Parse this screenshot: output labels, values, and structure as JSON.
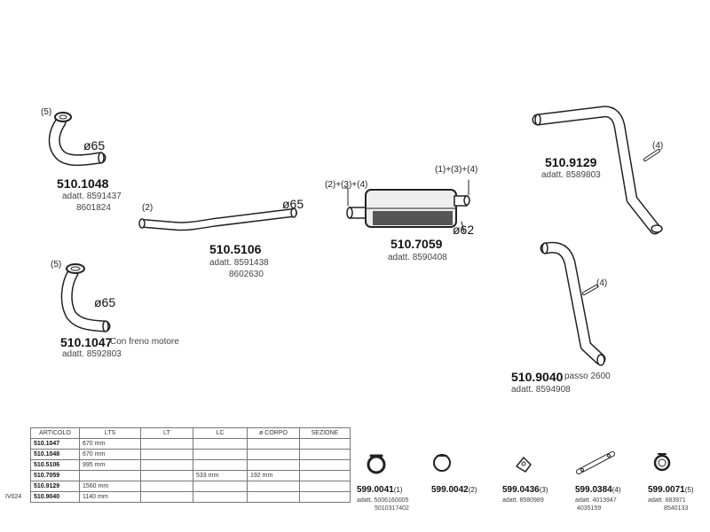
{
  "parts": {
    "p1048": {
      "dia_label": "ø65",
      "note": "(5)",
      "number": "510.1048",
      "ref_1": "adatt. 8591437",
      "ref_2": "8601824"
    },
    "p1047": {
      "dia_label": "ø65",
      "note": "(5)",
      "number": "510.1047",
      "desc": "Con freno motore",
      "ref_1": "adatt. 8592803"
    },
    "p5106": {
      "dia_label": "ø65",
      "note": "(2)",
      "number": "510.5106",
      "ref_1": "adatt. 8591438",
      "ref_2": "8602630"
    },
    "p7059": {
      "dia_label": "ø62",
      "note_left": "(2)+(3)+(4)",
      "note_right": "(1)+(3)+(4)",
      "number": "510.7059",
      "ref_1": "adatt. 8590408"
    },
    "p9129": {
      "note": "(4)",
      "number": "510.9129",
      "ref_1": "adatt. 8589803"
    },
    "p9040": {
      "note": "(4)",
      "number": "510.9040",
      "desc": "passo 2600",
      "ref_1": "adatt. 8594908"
    }
  },
  "table": {
    "side_code": "IV024",
    "headers": [
      "ARTICOLO",
      "LTS",
      "LT",
      "LC",
      "ø CORPO",
      "SEZIONE"
    ],
    "rows": [
      [
        "510.1047",
        "670 mm",
        "",
        "",
        "",
        ""
      ],
      [
        "510.1048",
        "670 mm",
        "",
        "",
        "",
        ""
      ],
      [
        "510.5106",
        "995 mm",
        "",
        "",
        "",
        ""
      ],
      [
        "510.7059",
        "",
        "",
        "533 mm",
        "192 mm",
        ""
      ],
      [
        "510.9129",
        "1560 mm",
        "",
        "",
        "",
        ""
      ],
      [
        "510.9040",
        "1140 mm",
        "",
        "",
        "",
        ""
      ]
    ]
  },
  "accessories": [
    {
      "number": "599.0041",
      "qty": "(1)",
      "ref_1": "adatt. 5006160005",
      "ref_2": "5010317402",
      "icon": "clamp-icon"
    },
    {
      "number": "599.0042",
      "qty": "(2)",
      "ref_1": "",
      "ref_2": "",
      "icon": "ring-clamp-icon"
    },
    {
      "number": "599.0436",
      "qty": "(3)",
      "ref_1": "adatt. 8580989",
      "ref_2": "",
      "icon": "bracket-icon"
    },
    {
      "number": "599.0384",
      "qty": "(4)",
      "ref_1": "adatt. 4013947",
      "ref_2": "4035159",
      "icon": "strap-icon"
    },
    {
      "number": "599.0071",
      "qty": "(5)",
      "ref_1": "adatt. 683971",
      "ref_2": "8540133",
      "icon": "gasket-icon"
    }
  ]
}
